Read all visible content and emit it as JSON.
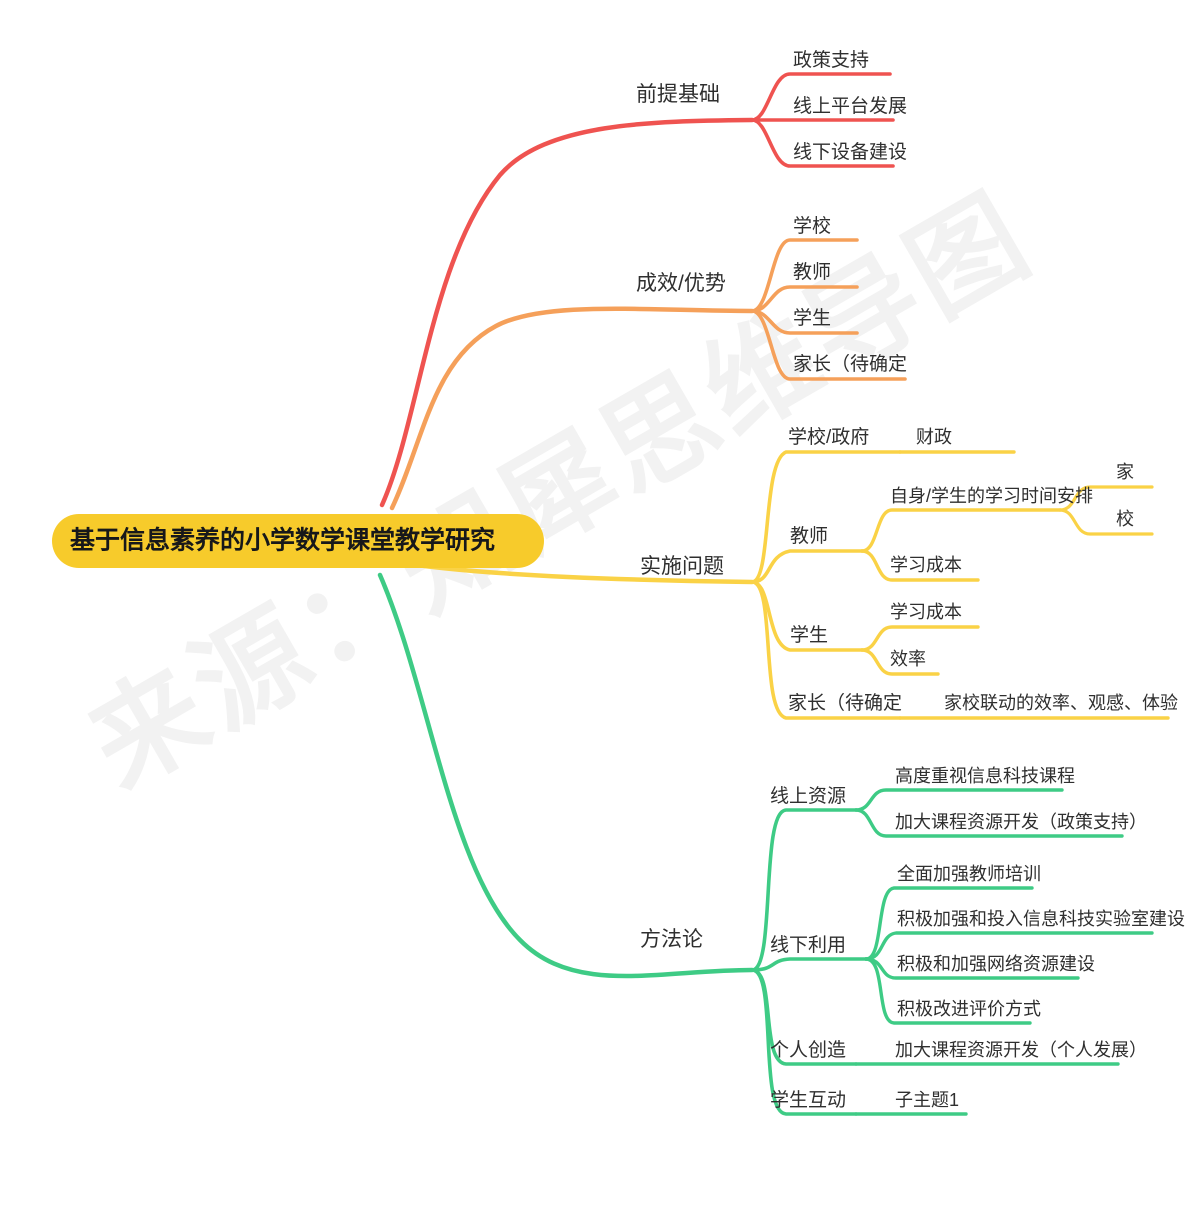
{
  "watermark": {
    "text": "来源：知犀思维导图",
    "color": "#f2f2f2"
  },
  "colors": {
    "root_fill": "#f7cb2b",
    "root_text": "#17181a",
    "branch_red": "#ef5350",
    "branch_orange": "#f5a05a",
    "branch_yellow": "#fad246",
    "branch_green": "#3ecb85",
    "label_text": "#2f2f2f",
    "background": "#ffffff"
  },
  "root": {
    "label": "基于信息素养的小学数学课堂教学研究"
  },
  "branches": [
    {
      "id": "premise",
      "label": "前提基础",
      "color": "#ef5350",
      "children": [
        {
          "label": "政策支持",
          "children": []
        },
        {
          "label": "线上平台发展",
          "children": []
        },
        {
          "label": "线下设备建设",
          "children": []
        }
      ]
    },
    {
      "id": "benefits",
      "label": "成效/优势",
      "color": "#f5a05a",
      "children": [
        {
          "label": "学校",
          "children": []
        },
        {
          "label": "教师",
          "children": []
        },
        {
          "label": "学生",
          "children": []
        },
        {
          "label": "家长（待确定",
          "children": []
        }
      ]
    },
    {
      "id": "issues",
      "label": "实施问题",
      "color": "#fad246",
      "children": [
        {
          "label": "学校/政府",
          "children": [
            {
              "label": "财政",
              "children": []
            }
          ]
        },
        {
          "label": "教师",
          "children": [
            {
              "label": "自身/学生的学习时间安排",
              "children": [
                {
                  "label": "家"
                },
                {
                  "label": "校"
                }
              ]
            },
            {
              "label": "学习成本",
              "children": []
            }
          ]
        },
        {
          "label": "学生",
          "children": [
            {
              "label": "学习成本",
              "children": []
            },
            {
              "label": "效率",
              "children": []
            }
          ]
        },
        {
          "label": "家长（待确定",
          "children": [
            {
              "label": "家校联动的效率、观感、体验",
              "children": []
            }
          ]
        }
      ]
    },
    {
      "id": "methodology",
      "label": "方法论",
      "color": "#3ecb85",
      "children": [
        {
          "label": "线上资源",
          "children": [
            {
              "label": "高度重视信息科技课程",
              "children": []
            },
            {
              "label": "加大课程资源开发（政策支持）",
              "children": []
            }
          ]
        },
        {
          "label": "线下利用",
          "children": [
            {
              "label": "全面加强教师培训",
              "children": []
            },
            {
              "label": "积极加强和投入信息科技实验室建设",
              "children": []
            },
            {
              "label": "积极和加强网络资源建设",
              "children": []
            },
            {
              "label": "积极改进评价方式",
              "children": []
            }
          ]
        },
        {
          "label": "个人创造",
          "children": [
            {
              "label": "加大课程资源开发（个人发展）",
              "children": []
            }
          ]
        },
        {
          "label": "学生互动",
          "children": [
            {
              "label": "子主题1",
              "children": []
            }
          ]
        }
      ]
    }
  ]
}
